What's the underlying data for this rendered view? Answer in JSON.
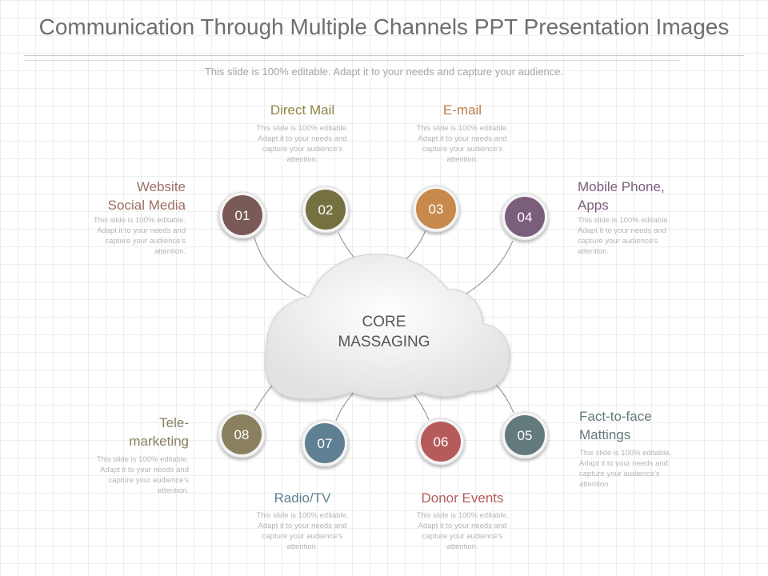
{
  "title": "Communication Through Multiple Channels PPT Presentation Images",
  "subtitle": "This slide is 100% editable. Adapt it to your needs and capture your audience.",
  "core": {
    "text": "CORE\nMASSAGING"
  },
  "nodes": [
    {
      "number": "01",
      "label": "Website\nSocial Media",
      "desc": "This slide is 100% editable. Adapt it to your needs and capture your audience's attention.",
      "color": "#7a5a57"
    },
    {
      "number": "02",
      "label": "Direct Mail",
      "desc": "This slide is 100% editable. Adapt it to your needs and capture your audience's attention.",
      "color": "#74703f"
    },
    {
      "number": "03",
      "label": "E-mail",
      "desc": "This slide is 100% editable. Adapt it to your needs and capture your audience's attention.",
      "color": "#c78a4c"
    },
    {
      "number": "04",
      "label": "Mobile Phone,\nApps",
      "desc": "This slide is 100% editable. Adapt it to your needs and capture your audience's attention.",
      "color": "#7b5d7c"
    },
    {
      "number": "05",
      "label": "Fact-to-face\nMattings",
      "desc": "This slide is 100% editable. Adapt it to your needs and capture your audience's attention.",
      "color": "#637a7d"
    },
    {
      "number": "06",
      "label": "Donor Events",
      "desc": "This slide is 100% editable. Adapt it to your needs and capture your audience's attention.",
      "color": "#b55b5c"
    },
    {
      "number": "07",
      "label": "Radio/TV",
      "desc": "This slide is 100% editable. Adapt it to your needs and capture your audience's attention.",
      "color": "#5f7f92"
    },
    {
      "number": "08",
      "label": "Tele-\nmarketing",
      "desc": "This slide is 100% editable. Adapt it to your needs and capture your audience's attention.",
      "color": "#8a8060"
    }
  ]
}
